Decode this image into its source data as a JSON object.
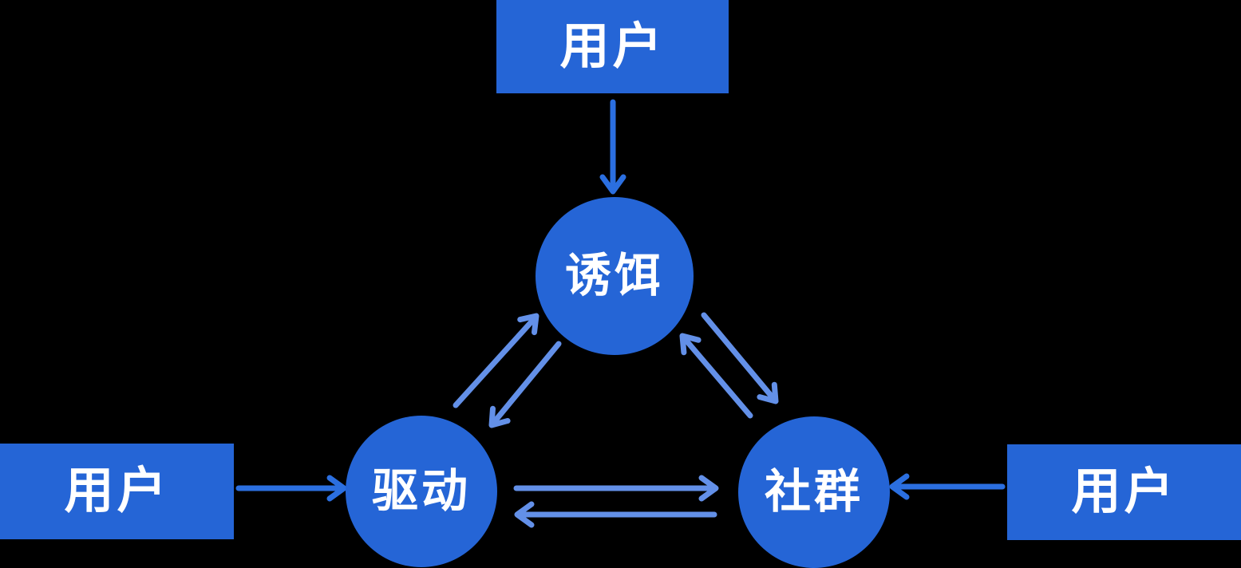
{
  "diagram": {
    "nodes": {
      "top_user": {
        "label": "用户",
        "shape": "rectangle"
      },
      "left_user": {
        "label": "用户",
        "shape": "rectangle"
      },
      "right_user": {
        "label": "用户",
        "shape": "rectangle"
      },
      "bait": {
        "label": "诱饵",
        "shape": "circle"
      },
      "drive": {
        "label": "驱动",
        "shape": "circle"
      },
      "community": {
        "label": "社群",
        "shape": "circle"
      }
    },
    "edges": [
      {
        "from": "top_user",
        "to": "bait",
        "style": "dark",
        "direction": "one-way"
      },
      {
        "from": "left_user",
        "to": "drive",
        "style": "dark",
        "direction": "one-way"
      },
      {
        "from": "right_user",
        "to": "community",
        "style": "dark",
        "direction": "one-way"
      },
      {
        "from": "drive",
        "to": "bait",
        "style": "light",
        "direction": "one-way"
      },
      {
        "from": "bait",
        "to": "drive",
        "style": "light",
        "direction": "one-way"
      },
      {
        "from": "bait",
        "to": "community",
        "style": "light",
        "direction": "one-way"
      },
      {
        "from": "community",
        "to": "bait",
        "style": "light",
        "direction": "one-way"
      },
      {
        "from": "drive",
        "to": "community",
        "style": "light",
        "direction": "one-way"
      },
      {
        "from": "community",
        "to": "drive",
        "style": "light",
        "direction": "one-way"
      }
    ],
    "colors": {
      "background": "#000000",
      "node_fill": "#2565D6",
      "dark_arrow": "#2B6FE0",
      "light_arrow": "#6390E8",
      "label_text": "#FFFFFF"
    }
  }
}
